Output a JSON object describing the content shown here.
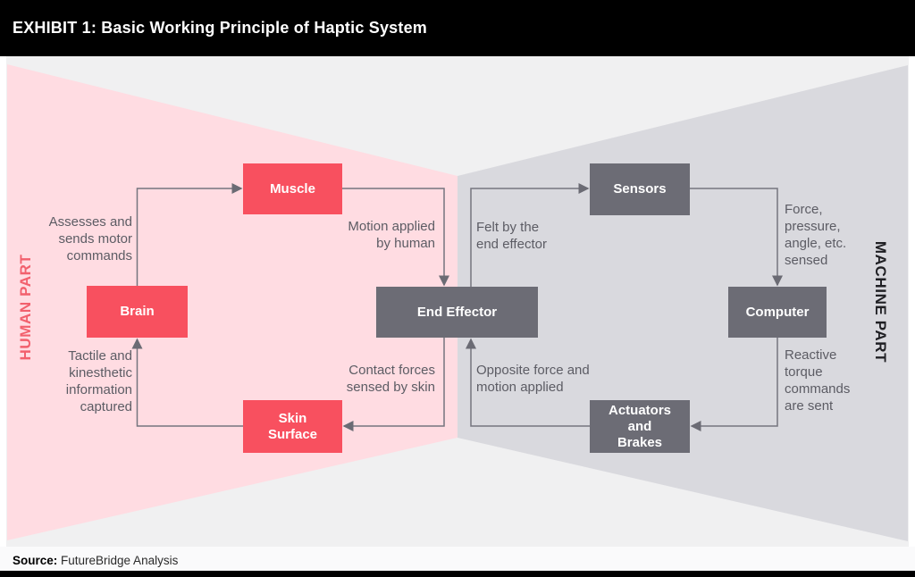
{
  "header": {
    "title": "EXHIBIT 1: Basic Working Principle of Haptic System"
  },
  "diagram": {
    "human_part_label": "HUMAN PART",
    "machine_part_label": "MACHINE PART",
    "nodes": {
      "muscle": {
        "label": "Muscle"
      },
      "brain": {
        "label": "Brain"
      },
      "skin_surface": {
        "label": "Skin\nSurface"
      },
      "end_effector": {
        "label": "End Effector"
      },
      "sensors": {
        "label": "Sensors"
      },
      "computer": {
        "label": "Computer"
      },
      "actuators_brakes": {
        "label": "Actuators\nand\nBrakes"
      }
    },
    "annotations": {
      "assesses": "Assesses and\nsends motor\ncommands",
      "motion": "Motion applied\nby human",
      "tactile": "Tactile and\nkinesthetic\ninformation\ncaptured",
      "contact": "Contact forces\nsensed by skin",
      "felt": "Felt by the\nend effector",
      "force": "Force,\npressure,\nangle, etc.\nsensed",
      "opposite": "Opposite force and\nmotion applied",
      "reactive": "Reactive\ntorque\ncommands\nare sent"
    },
    "colors": {
      "human_zone_pink": "#ffdce2",
      "machine_zone_gray": "#d9d9de",
      "human_node_red": "#f8505f",
      "machine_node_gray": "#6c6c75",
      "connector_gray": "#75757e",
      "annotation_text": "#5c5c64",
      "human_label": "#f2606d",
      "machine_label": "#202024",
      "canvas_background": "#f0f0f1",
      "bar_black": "#000000"
    }
  },
  "footer": {
    "source_label": "Source:",
    "source_text": "FutureBridge Analysis"
  }
}
